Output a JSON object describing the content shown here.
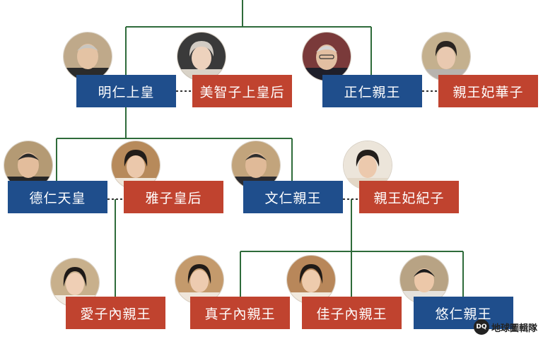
{
  "colors": {
    "male": "#1f4e8c",
    "female": "#c0432f",
    "line": "#2e6b3a"
  },
  "people": {
    "akihito": {
      "name": "明仁上皇",
      "gender": "male"
    },
    "michiko": {
      "name": "美智子上皇后",
      "gender": "female"
    },
    "masahito": {
      "name": "正仁親王",
      "gender": "male"
    },
    "hanako": {
      "name": "親王妃華子",
      "gender": "female"
    },
    "naruhito": {
      "name": "德仁天皇",
      "gender": "male"
    },
    "masako": {
      "name": "雅子皇后",
      "gender": "female"
    },
    "fumihito": {
      "name": "文仁親王",
      "gender": "male"
    },
    "kiko": {
      "name": "親王妃紀子",
      "gender": "female"
    },
    "aiko": {
      "name": "愛子內親王",
      "gender": "female"
    },
    "mako": {
      "name": "真子內親王",
      "gender": "female"
    },
    "kako": {
      "name": "佳子內親王",
      "gender": "female"
    },
    "hisahito": {
      "name": "悠仁親王",
      "gender": "male"
    }
  },
  "watermark": {
    "logo": "DQ",
    "text": "地球圖輯隊"
  }
}
